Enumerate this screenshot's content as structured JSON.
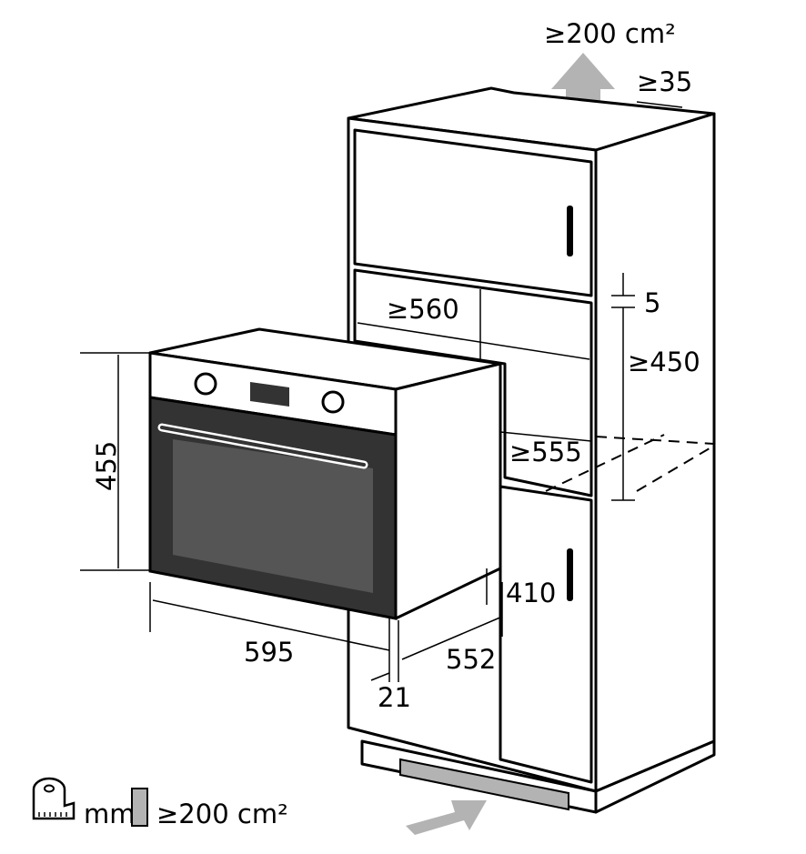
{
  "dimensions": {
    "oven_height": "455",
    "oven_width": "595",
    "oven_depth": "552",
    "front_panel": "21",
    "body_height": "410",
    "niche_width": "≥560",
    "niche_height": "≥450",
    "niche_depth": "≥555",
    "gap": "5",
    "top_clearance": "≥35",
    "top_vent": "≥200 cm²"
  },
  "legend": {
    "unit_icon": "tape-measure-icon",
    "unit": "mm",
    "vent_swatch_color": "#b3b3b3",
    "vent_label": "≥200 cm²"
  },
  "colors": {
    "arrow": "#b3b3b3",
    "oven_door": "#333333"
  }
}
